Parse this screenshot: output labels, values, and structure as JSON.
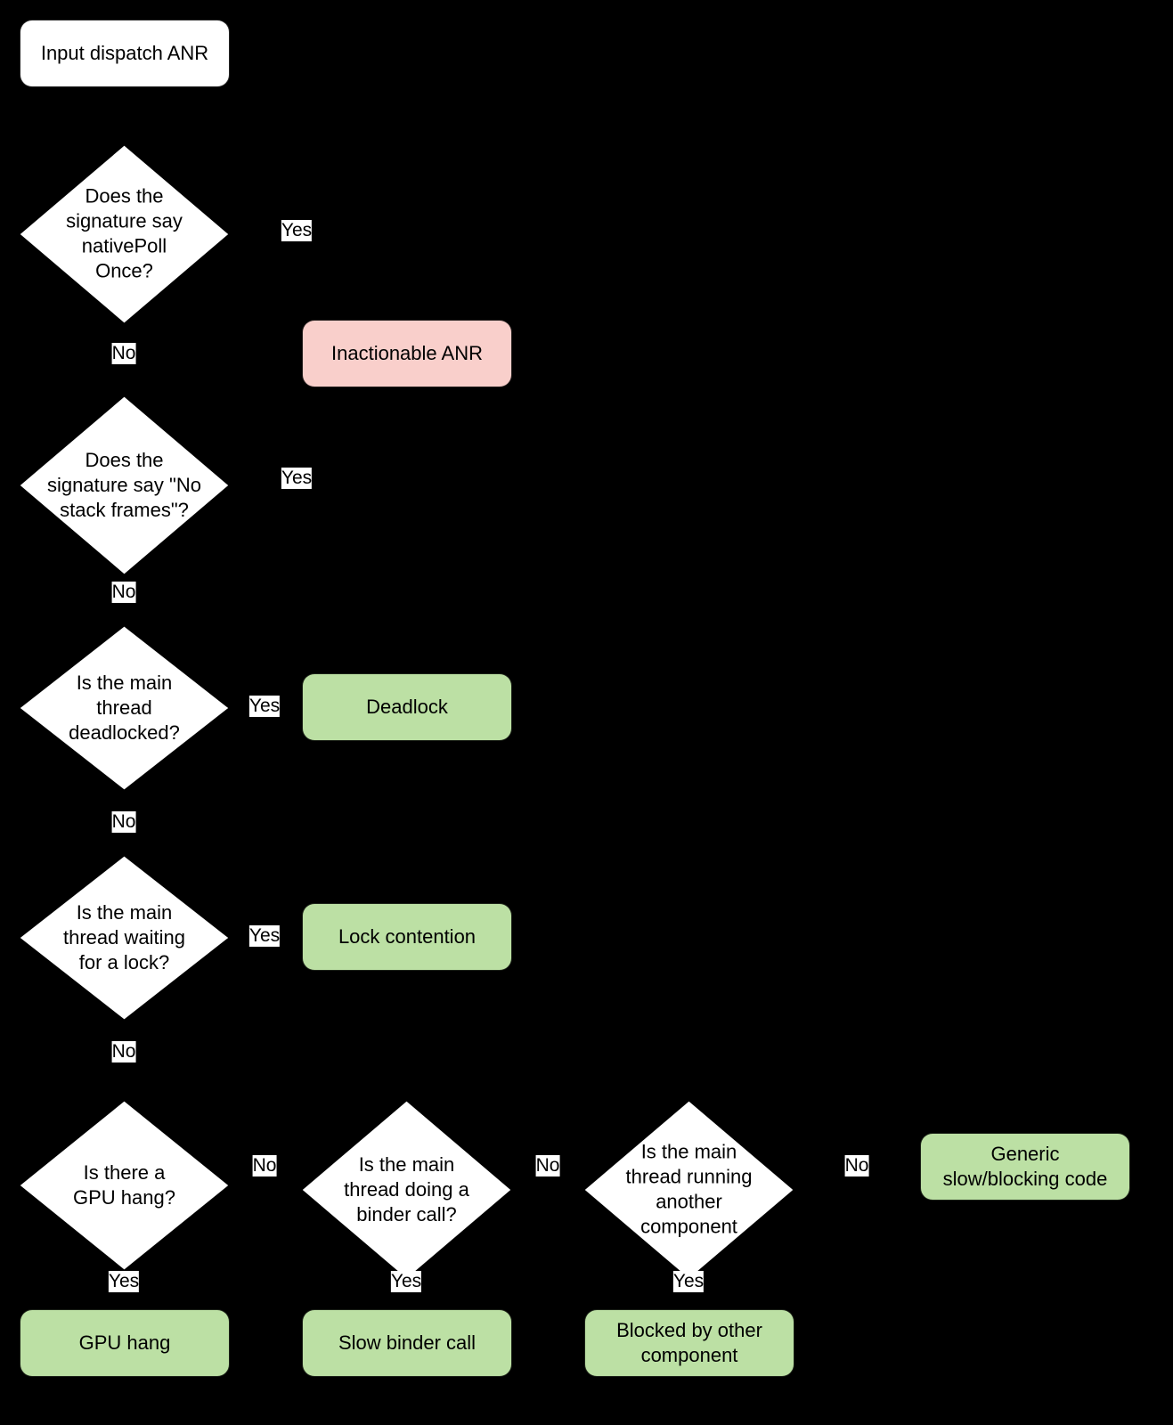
{
  "diagram": {
    "title": "Input dispatch ANR triage flowchart",
    "background_color": "#000000",
    "colors": {
      "decision_fill": "#FFFFFF",
      "start_fill": "#FFFFFF",
      "inactionable_fill": "#F9CFCB",
      "outcome_fill": "#BCE0A4",
      "text": "#000000",
      "edge": "#000000",
      "label_chip": "#FFFFFF"
    }
  },
  "nodes": {
    "start": {
      "label": "Input dispatch ANR"
    },
    "d1": {
      "label": "Does the\nsignature say\nnativePoll\nOnce?"
    },
    "d2": {
      "label": "Does the\nsignature say \"No\nstack frames\"?"
    },
    "d3": {
      "label": "Is the main\nthread\ndeadlocked?"
    },
    "d4": {
      "label": "Is the main\nthread waiting\nfor a lock?"
    },
    "d5": {
      "label": "Is there a\nGPU hang?"
    },
    "d6": {
      "label": "Is the main\nthread doing a\nbinder call?"
    },
    "d7": {
      "label": "Is the main\nthread running\nanother\ncomponent"
    },
    "r_inactionable": {
      "label": "Inactionable ANR"
    },
    "r_deadlock": {
      "label": "Deadlock"
    },
    "r_lock_contention": {
      "label": "Lock contention"
    },
    "r_generic": {
      "label": "Generic\nslow/blocking code"
    },
    "r_gpu_hang": {
      "label": "GPU hang"
    },
    "r_slow_binder": {
      "label": "Slow binder call"
    },
    "r_blocked_component": {
      "label": "Blocked by other\ncomponent"
    }
  },
  "edge_labels": {
    "d1_yes": "Yes",
    "d1_no": "No",
    "d2_yes": "Yes",
    "d2_no": "No",
    "d3_yes": "Yes",
    "d3_no": "No",
    "d4_yes": "Yes",
    "d4_no": "No",
    "d5_yes": "Yes",
    "d5_no": "No",
    "d6_yes": "Yes",
    "d6_no": "No",
    "d7_yes": "Yes",
    "d7_no": "No"
  }
}
